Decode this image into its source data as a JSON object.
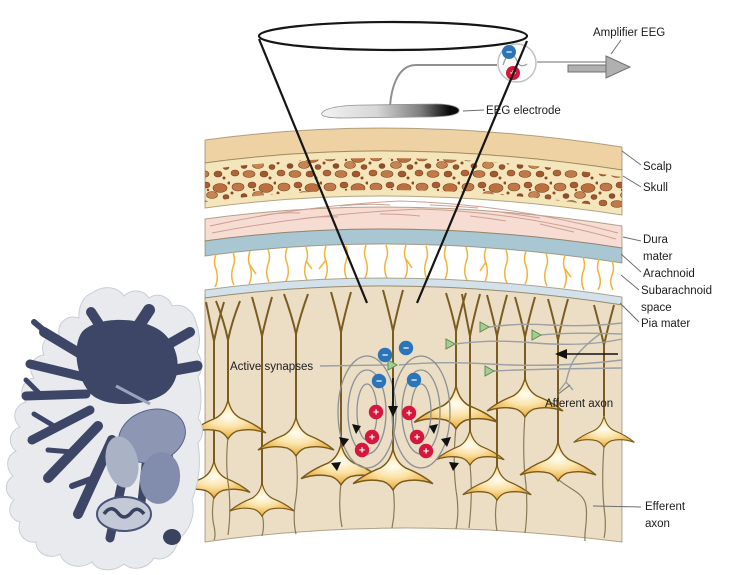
{
  "labels": {
    "amplifier_eeg": "Amplifier EEG",
    "eeg_electrode": "EEG electrode",
    "scalp": "Scalp",
    "skull": "Skull",
    "dura_mater": "Dura mater",
    "arachnoid": "Arachnoid",
    "subarachnoid_space": "Subarachnoid space",
    "pia_mater": "Pia mater",
    "active_synapses": "Active synapses",
    "afferent_axon": "Afferent axon",
    "efferent_axon": "Efferent axon"
  },
  "symbols": {
    "minus": "−",
    "plus": "+"
  },
  "colors": {
    "scalp": "#eed2a4",
    "skull": "#f4e6ba",
    "bone_diploe": "#b96f40",
    "dura": "#f6dcd3",
    "arachnoid": "#a9c6d3",
    "pia": "#d3e1eb",
    "cortex": "#ebdec5",
    "vessel": "#f0b43a",
    "neuron": "#eeb75a",
    "synapse_terminal": "#a6cc96",
    "negative": "#2b74b8",
    "positive": "#d5173d",
    "white_matter": "#3e4667"
  }
}
